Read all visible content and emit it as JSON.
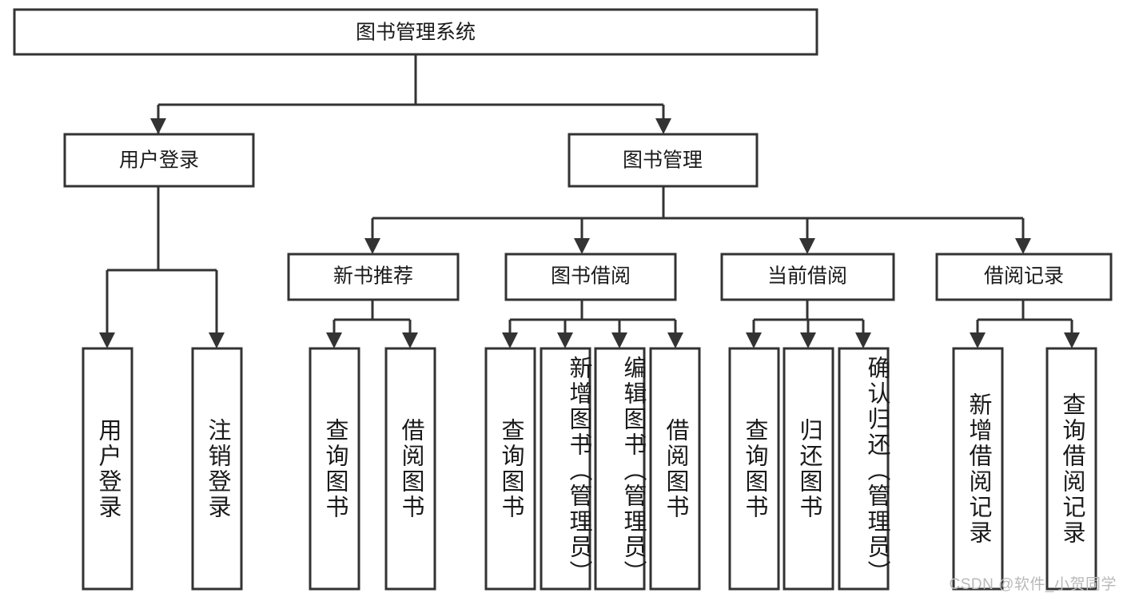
{
  "diagram": {
    "type": "tree",
    "title_text": "图书管理系统",
    "watermark": "CSDN @软件_小贺同学",
    "colors": {
      "box_stroke": "#333333",
      "box_fill": "#ffffff",
      "text": "#1a1a1a",
      "watermark": "#b9b9b9",
      "background": "#ffffff"
    },
    "root": {
      "label": "图书管理系统"
    },
    "level2": [
      {
        "label": "用户登录"
      },
      {
        "label": "图书管理"
      }
    ],
    "level3": [
      {
        "label": "新书推荐"
      },
      {
        "label": "图书借阅"
      },
      {
        "label": "当前借阅"
      },
      {
        "label": "借阅记录"
      }
    ],
    "leaves": {
      "user_login": [
        {
          "label": "用户登录"
        },
        {
          "label": "注销登录"
        }
      ],
      "new_book_recommend": [
        {
          "label": "查询图书"
        },
        {
          "label": "借阅图书"
        }
      ],
      "book_borrow": [
        {
          "label": "查询图书"
        },
        {
          "label": "新增图书（管理员）"
        },
        {
          "label": "编辑图书（管理员）"
        },
        {
          "label": "借阅图书"
        }
      ],
      "current_borrow": [
        {
          "label": "查询图书"
        },
        {
          "label": "归还图书"
        },
        {
          "label": "确认归还（管理员）"
        }
      ],
      "borrow_record": [
        {
          "label": "新增借阅记录"
        },
        {
          "label": "查询借阅记录"
        }
      ]
    }
  }
}
